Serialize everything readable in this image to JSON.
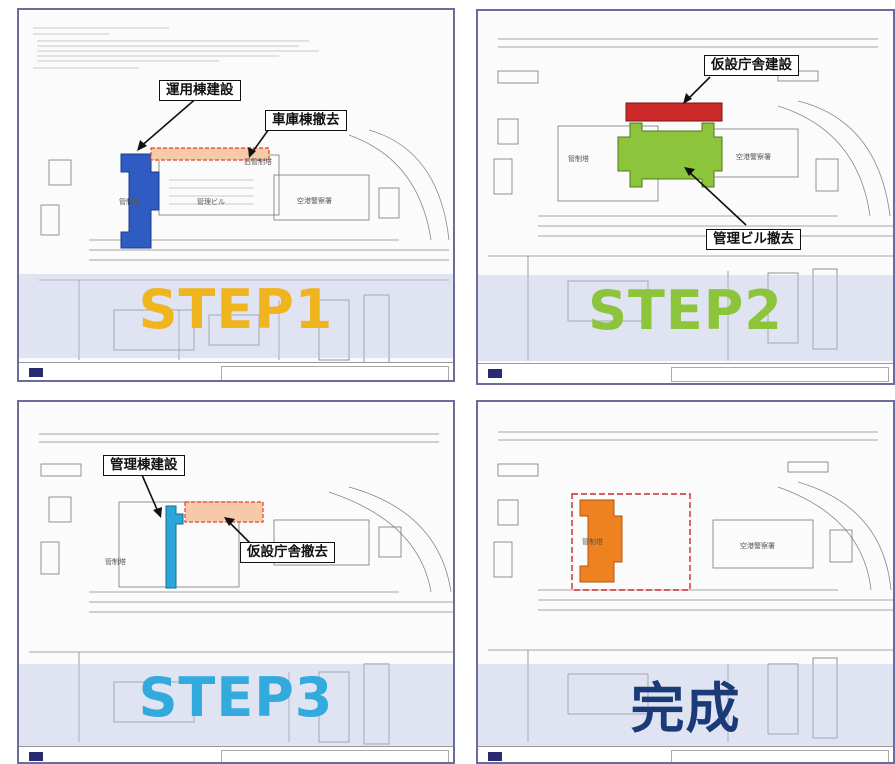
{
  "panels": [
    {
      "step_label": "STEP1",
      "step_color": "#f0b41e",
      "callouts": [
        "運用棟建設",
        "車庫棟撤去"
      ],
      "map_labels": [
        "管制塔",
        "管理ビル",
        "旧管制塔",
        "空港警察署"
      ]
    },
    {
      "step_label": "STEP2",
      "step_color": "#8cc43c",
      "callouts": [
        "仮設庁舎建設",
        "管理ビル撤去"
      ],
      "map_labels": [
        "管制塔",
        "空港警察署"
      ]
    },
    {
      "step_label": "STEP3",
      "step_color": "#33aadd",
      "callouts": [
        "管理棟建設",
        "仮設庁舎撤去"
      ],
      "map_labels": [
        "管制塔"
      ]
    },
    {
      "step_label": "完成",
      "step_color": "#1a3b78",
      "callouts": [],
      "map_labels": [
        "管制塔",
        "空港警察署"
      ]
    }
  ],
  "colors": {
    "blue_building": "#2f5cc2",
    "orange_building": "#ef8220",
    "green_building": "#8cc43c",
    "red_building": "#cc2a2a",
    "cyan_building": "#2aa7d8",
    "demolition_fill": "#f6c9a8",
    "demolition_dash": "#d9462a",
    "panel_border": "#6b6b9e"
  }
}
